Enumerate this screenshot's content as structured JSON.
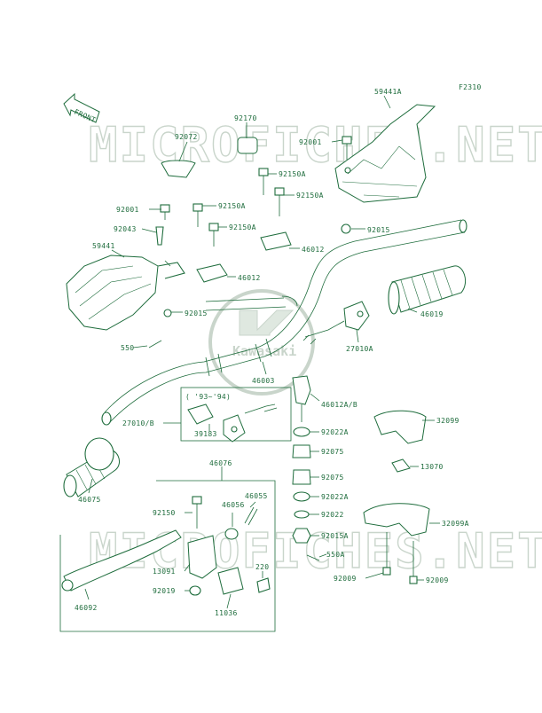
{
  "figure_code": "F2310",
  "front_label": "FRONT",
  "watermark": [
    "MICROFICHES.NET",
    "MICROFICHES.NET"
  ],
  "logo_text": "Kawasaki",
  "year_note": "( '93~'94)",
  "group_label": "46076",
  "labels": {
    "l59441A": "59441A",
    "l92170": "92170",
    "l92072": "92072",
    "l92001_top": "92001",
    "l92150A_1": "92150A",
    "l92150A_2": "92150A",
    "l92001_left": "92001",
    "l92150A_3": "92150A",
    "l92043": "92043",
    "l92150A_4": "92150A",
    "l46012_1": "46012",
    "l92015_top": "92015",
    "l59441": "59441",
    "l46012_2": "46012",
    "l92015_left": "92015",
    "l550": "550",
    "l46019": "46019",
    "l27010A": "27010A",
    "l46003": "46003",
    "l46012AB": "46012A/B",
    "l27010B": "27010/B",
    "l39183": "39183",
    "l32099": "32099",
    "l92022A_1": "92022A",
    "l92075_1": "92075",
    "l13070": "13070",
    "l92075_2": "92075",
    "l46075": "46075",
    "l46056": "46056",
    "l46055": "46055",
    "l92150": "92150",
    "l92022A_2": "92022A",
    "l92022": "92022",
    "l32099A": "32099A",
    "l92015A": "92015A",
    "l550A": "550A",
    "l220": "220",
    "l13091": "13091",
    "l92019": "92019",
    "l92009_1": "92009",
    "l92009_2": "92009",
    "l11036": "11036",
    "l46092": "46092"
  },
  "colors": {
    "line": "#1f6d3d",
    "watermark": "#c9d5cb",
    "background": "#ffffff"
  }
}
